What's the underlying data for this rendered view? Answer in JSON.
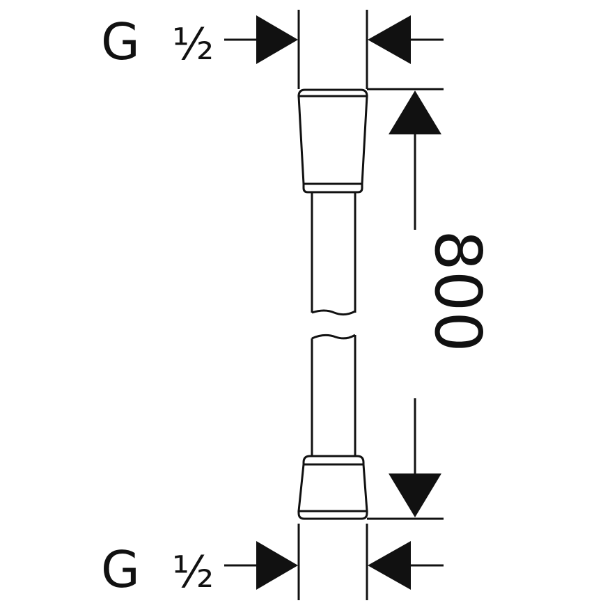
{
  "colors": {
    "line": "#111111",
    "background": "#ffffff"
  },
  "top_connection": {
    "thread_letter": "G",
    "thread_size": "½"
  },
  "bottom_connection": {
    "thread_letter": "G",
    "thread_size": "½"
  },
  "length_dimension": {
    "value": "800"
  }
}
